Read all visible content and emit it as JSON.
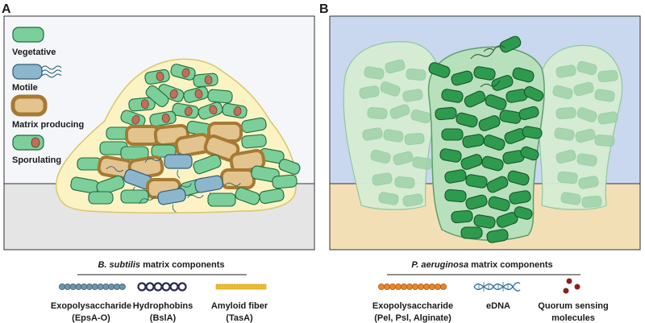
{
  "panelA": {
    "letter": "A",
    "legend": [
      {
        "label": "Vegetative",
        "icon": "vegetative-cell-icon"
      },
      {
        "label": "Motile",
        "icon": "motile-cell-icon"
      },
      {
        "label": "Matrix producing",
        "icon": "matrix-producing-cell-icon"
      },
      {
        "label": "Sporulating",
        "icon": "sporulating-cell-icon"
      }
    ],
    "components": {
      "header_italic": "B. subtilis",
      "header_rest": " matrix components",
      "items": [
        {
          "line1": "Exopolysaccharide",
          "line2": "(EpsA-O)",
          "icon": "exopolysaccharide-chain-icon"
        },
        {
          "line1": "Hydrophobins",
          "line2": "(BslA)",
          "icon": "hydrophobin-rings-icon"
        },
        {
          "line1": "Amyloid fiber",
          "line2": "(TasA)",
          "icon": "amyloid-fiber-icon"
        }
      ]
    }
  },
  "panelB": {
    "letter": "B",
    "components": {
      "header_italic": "P. aeruginosa",
      "header_rest": " matrix components",
      "items": [
        {
          "line1": "Exopolysaccharide",
          "line2": "(Pel, Psl, Alginate)",
          "icon": "exopolysaccharide-chain-icon"
        },
        {
          "line1": "eDNA",
          "line2": "",
          "icon": "dna-helix-icon"
        },
        {
          "line1": "Quorum sensing",
          "line2": "molecules",
          "icon": "quorum-sensing-dots-icon"
        }
      ]
    }
  },
  "colors": {
    "vegetative_fill": "#7ccf9a",
    "vegetative_stroke": "#1f6b3b",
    "motile_fill": "#8bb6cc",
    "motile_stroke": "#2e5f7a",
    "matrix_fill": "#d9b27a",
    "matrix_stroke": "#a77a33",
    "spore": "#c0705a",
    "biofilm_yellow": "#fbf3c4",
    "sky_blue": "#c9d8ee",
    "sand": "#f3dfb6",
    "ground_gray": "#e4e4e4",
    "pa_dark": "#2e9a4e",
    "pa_light": "#a8d8ae",
    "eps_orange": "#e8852c",
    "qs_red": "#8b1f1f"
  }
}
